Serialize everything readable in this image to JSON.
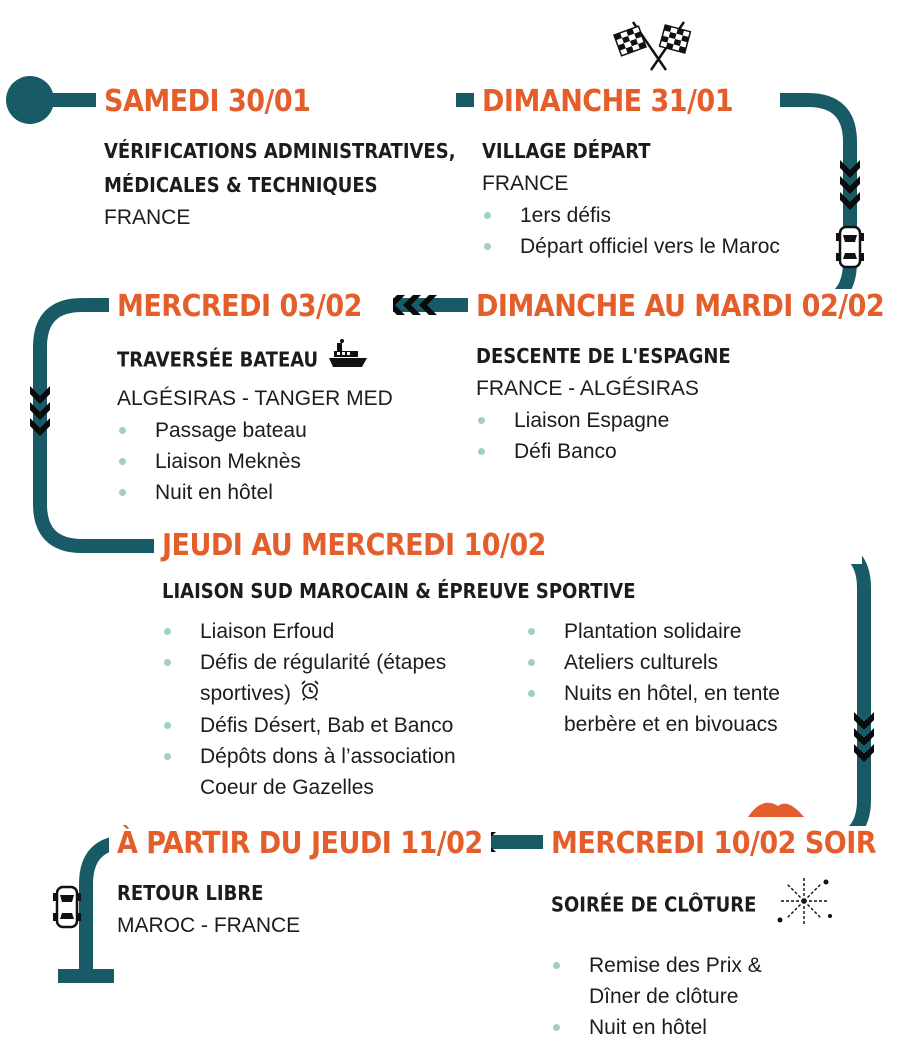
{
  "steps": [
    {
      "date": "SAMEDI 30/01",
      "heading_lines": [
        "VÉRIFICATIONS ADMINISTRATIVES,",
        "MÉDICALES & TECHNIQUES"
      ],
      "place": "FRANCE",
      "items": []
    },
    {
      "date": "DIMANCHE 31/01",
      "heading_lines": [
        "VILLAGE DÉPART"
      ],
      "place": "FRANCE",
      "items": [
        "1ers défis",
        "Départ officiel vers le Maroc"
      ]
    },
    {
      "date": "MERCREDI 03/02",
      "heading_lines": [
        "TRAVERSÉE BATEAU"
      ],
      "place": "ALGÉSIRAS - TANGER MED",
      "items": [
        "Passage bateau",
        "Liaison Meknès",
        "Nuit en hôtel"
      ]
    },
    {
      "date": "DIMANCHE AU MARDI 02/02",
      "heading_lines": [
        "DESCENTE DE L'ESPAGNE"
      ],
      "place": "FRANCE - ALGÉSIRAS",
      "items": [
        "Liaison Espagne",
        "Défi Banco"
      ]
    },
    {
      "date": "JEUDI AU MERCREDI 10/02",
      "heading_lines": [
        "LIAISON SUD MAROCAIN & ÉPREUVE SPORTIVE"
      ],
      "place": "",
      "items_left": [
        "Liaison Erfoud",
        "Défis de régularité (étapes sportives)",
        "Défis Désert, Bab et Banco",
        "Dépôts dons à l’association Coeur de Gazelles"
      ],
      "items_right": [
        "Plantation solidaire",
        "Ateliers culturels",
        "Nuits en hôtel, en tente berbère et en bivouacs"
      ]
    },
    {
      "date": "À PARTIR DU JEUDI 11/02",
      "heading_lines": [
        "RETOUR LIBRE"
      ],
      "place": "MAROC - FRANCE",
      "items": []
    },
    {
      "date": "MERCREDI 10/02 SOIR",
      "heading_lines": [
        "SOIRÉE DE CLÔTURE"
      ],
      "place": "",
      "items": [
        "Remise des Prix & Dîner de clôture",
        "Nuit en hôtel"
      ]
    }
  ],
  "icons": {
    "flags": "checkered-flags-icon",
    "car": "car-icon",
    "boat": "boat-icon",
    "clock": "alarm-clock-icon",
    "dune": "dune-icon",
    "fireworks": "fireworks-icon",
    "road_color": "#195a67",
    "date_color": "#e35e2a",
    "bullet_color": "#9fd2b8"
  }
}
